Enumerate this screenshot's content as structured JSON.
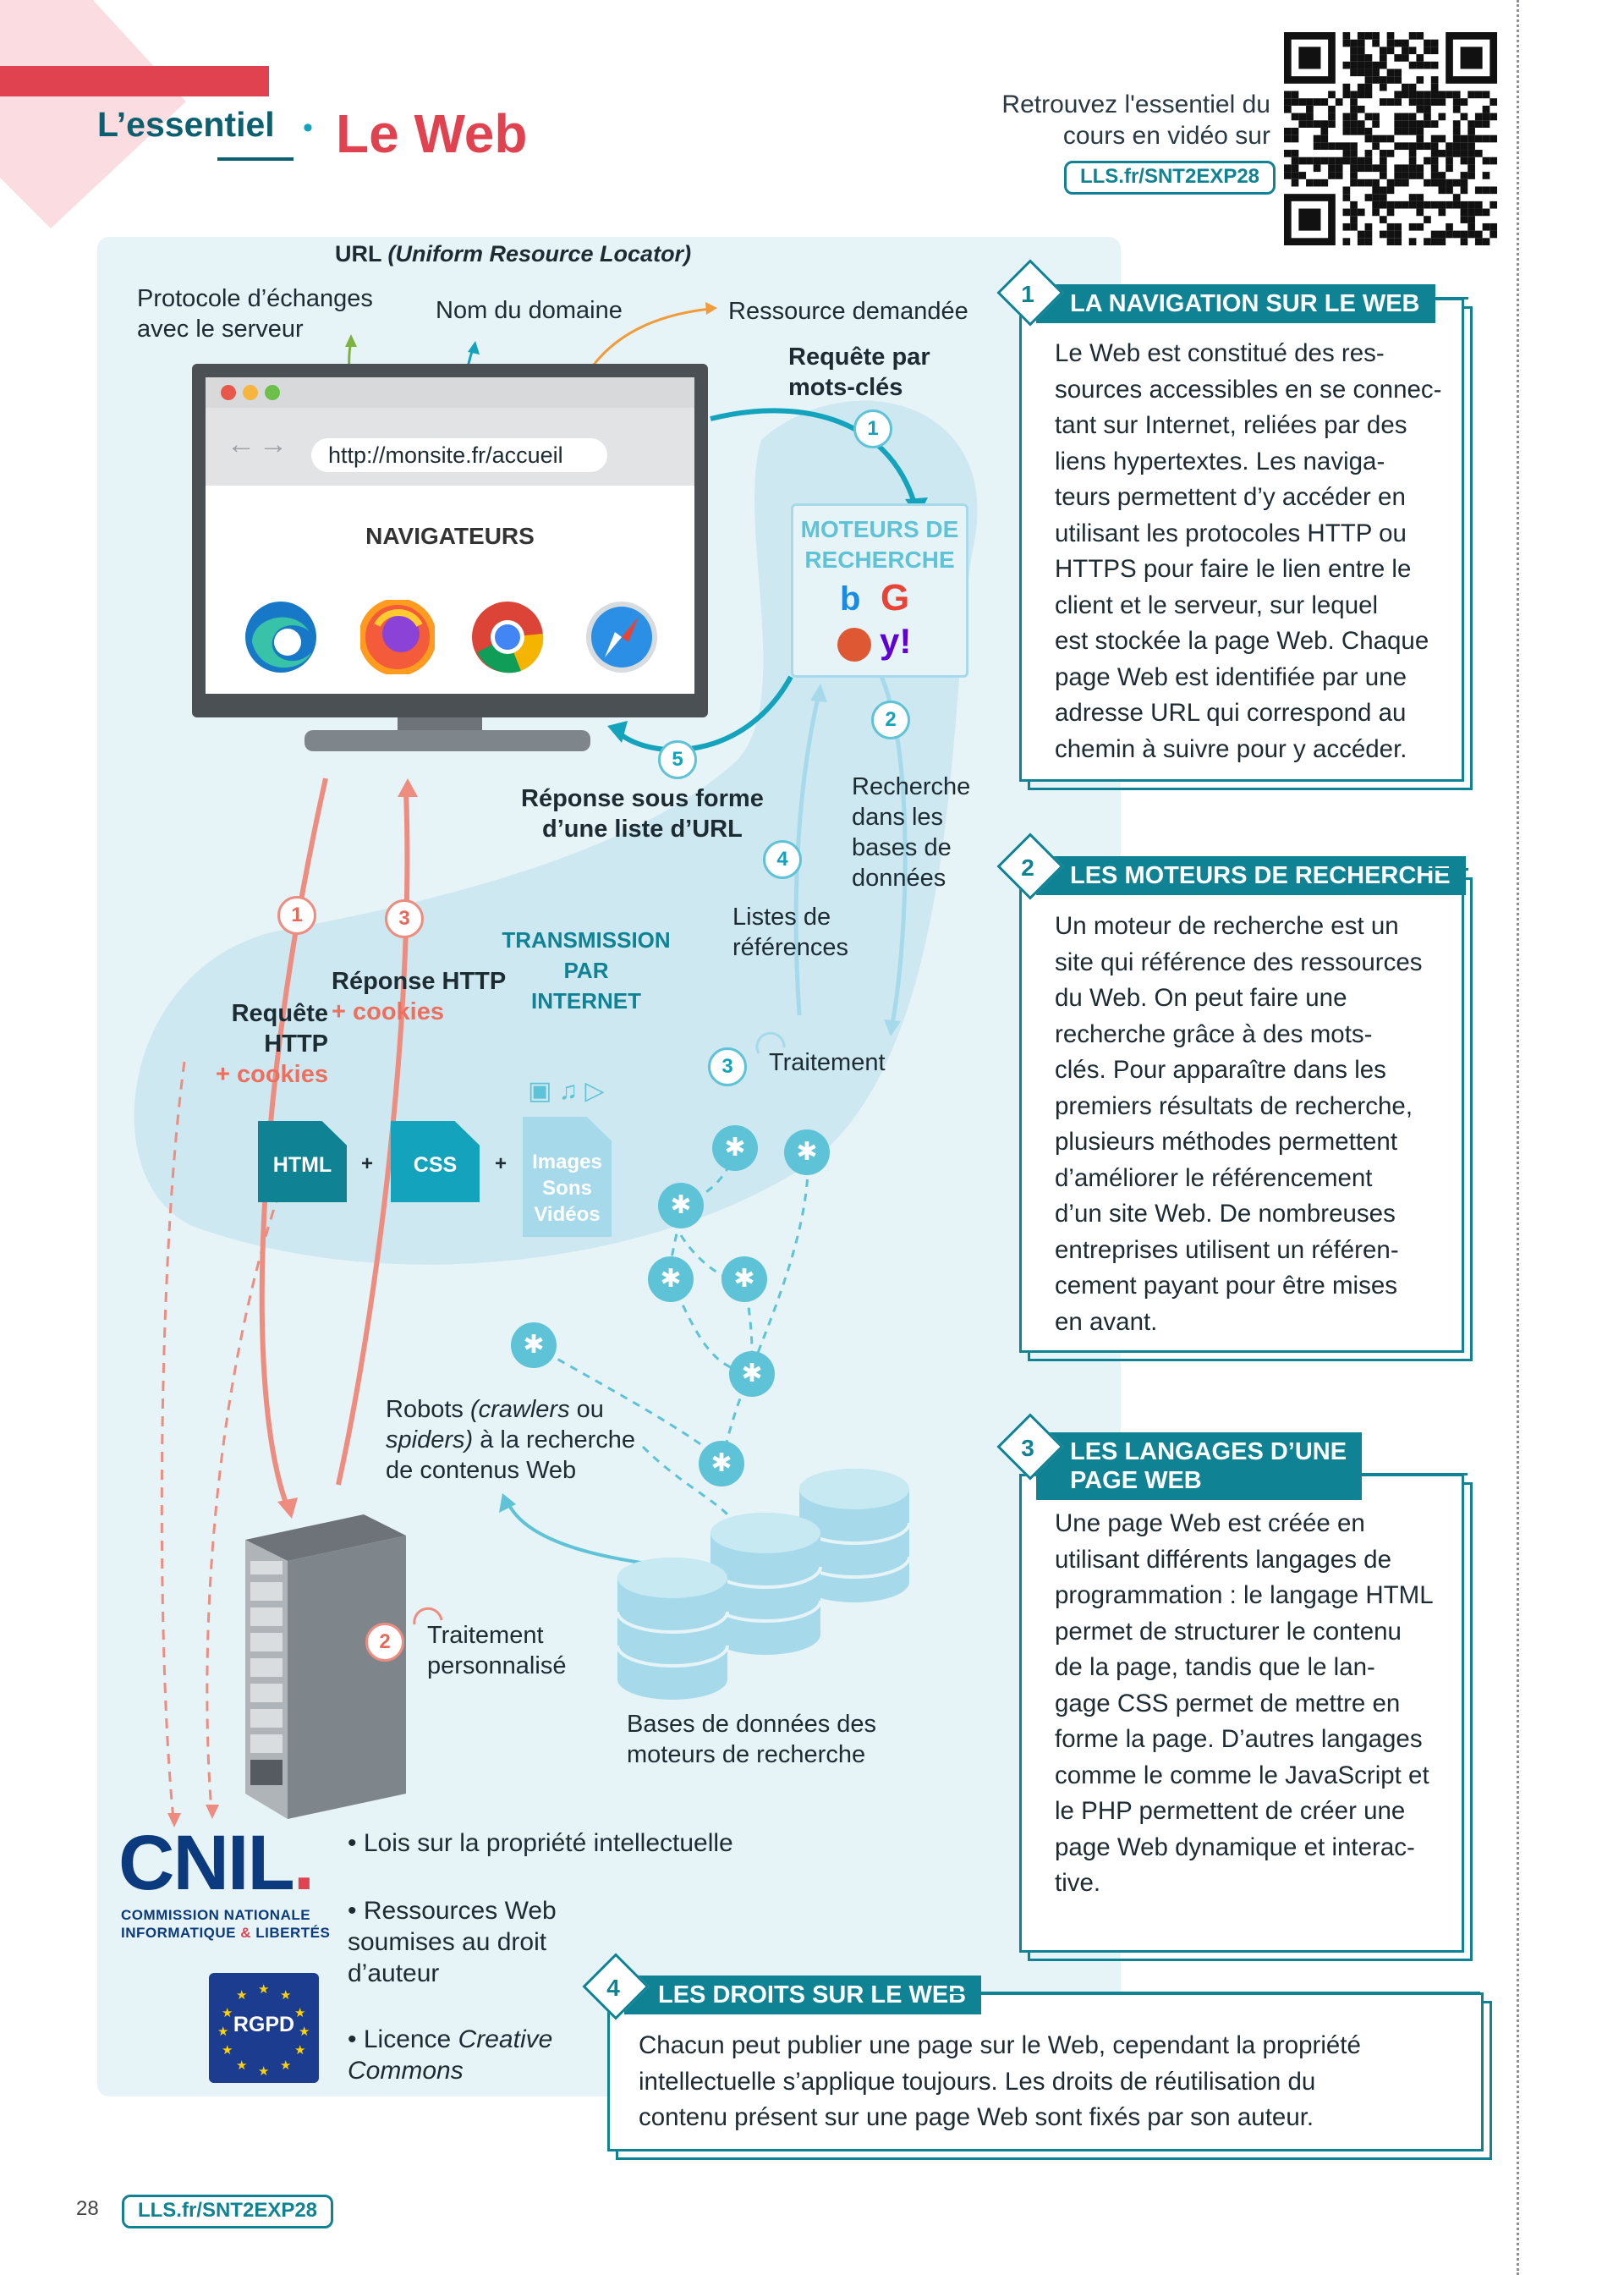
{
  "header": {
    "essentiel": "L’essentiel",
    "separator": "•",
    "title": "Le Web",
    "video_line1": "Retrouvez l'essentiel du",
    "video_line2": "cours en vidéo sur",
    "video_link": "LLS.fr/SNT2EXP28"
  },
  "diagram": {
    "url_label_prefix": "URL ",
    "url_label_italic": "(Uniform Resource Locator)",
    "protocol_line1": "Protocole d’échanges",
    "protocol_line2": "avec le serveur",
    "domain": "Nom du domaine",
    "resource": "Ressource demandée",
    "keyword_request_line1": "Requête par",
    "keyword_request_line2": "mots-clés",
    "address_bar": "http://monsite.fr/accueil",
    "browsers_title": "NAVIGATEURS",
    "search_engines_line1": "MOTEURS DE",
    "search_engines_line2": "RECHERCHE",
    "response_list_line1": "Réponse sous forme",
    "response_list_line2": "d’une liste d’URL",
    "db_search_line1": "Recherche",
    "db_search_line2": "dans les",
    "db_search_line3": "bases de",
    "db_search_line4": "données",
    "ref_lists_line1": "Listes de",
    "ref_lists_line2": "références",
    "transmission_line1": "TRANSMISSION",
    "transmission_line2": "PAR",
    "transmission_line3": "INTERNET",
    "http_response": "Réponse HTTP",
    "http_response_cookies": "+ cookies",
    "http_request": "Requête HTTP",
    "http_request_cookies": "+ cookies",
    "processing": "Traitement",
    "html": "HTML",
    "css": "CSS",
    "plus": "+",
    "media_line1": "Images",
    "media_line2": "Sons",
    "media_line3": "Vidéos",
    "robots_prefix": "Robots ",
    "robots_italic": "(crawlers",
    "robots_or": " ou",
    "robots_italic2": "spiders)",
    "robots_rest": " à la recherche",
    "robots_line3": "de contenus Web",
    "custom_processing_line1": "Traitement",
    "custom_processing_line2": "personnalisé",
    "databases_line1": "Bases de données des",
    "databases_line2": "moteurs de recherche",
    "steps": {
      "one": "1",
      "two": "2",
      "three": "3",
      "four": "4",
      "five": "5"
    }
  },
  "rights": {
    "cnil_logo": "CNIL.",
    "cnil_line1": "COMMISSION NATIONALE",
    "cnil_line2_a": "INFORMATIQUE ",
    "cnil_line2_amp": "&",
    "cnil_line2_b": " LIBERTÉS",
    "rgpd": "RGPD",
    "bullet1": "• Lois sur la propriété intellectuelle",
    "bullet2_line1": "• Ressources Web",
    "bullet2_line2": "soumises au droit",
    "bullet2_line3": "d’auteur",
    "bullet3_prefix": "• Licence ",
    "bullet3_italic1": "Creative",
    "bullet3_italic2": "Commons"
  },
  "boxes": [
    {
      "number": "1",
      "title": "LA NAVIGATION SUR LE WEB",
      "lines": [
        "Le Web est constitué des res-",
        "sources accessibles en se connec-",
        "tant sur Internet, reliées par des",
        "liens hypertextes. Les naviga-",
        "teurs permettent d’y accéder en",
        "utilisant les protocoles HTTP ou",
        "HTTPS pour faire le lien entre le",
        "client et le serveur, sur lequel",
        "est stockée la page Web. Chaque",
        "page Web est identifiée par une",
        "adresse URL qui correspond au",
        "chemin à suivre pour y accéder."
      ]
    },
    {
      "number": "2",
      "title": "LES MOTEURS DE RECHERCHE",
      "lines": [
        "Un moteur de recherche est un",
        "site qui référence des ressources",
        "du Web. On peut faire une",
        "recherche grâce à des mots-",
        "clés. Pour apparaître dans les",
        "premiers résultats de recherche,",
        "plusieurs méthodes permettent",
        "d’améliorer le référencement",
        "d’un site Web. De nombreuses",
        "entreprises utilisent un référen-",
        "cement payant pour être mises",
        "en avant."
      ]
    },
    {
      "number": "3",
      "title_line1": "LES LANGAGES D’UNE",
      "title_line2": "PAGE WEB",
      "lines": [
        "Une page Web est créée en",
        "utilisant différents langages de",
        "programmation : le langage HTML",
        "permet de structurer le contenu",
        "de la page, tandis que le lan-",
        "gage CSS permet de mettre en",
        "forme la page. D’autres langages",
        "comme le comme le JavaScript et",
        "le PHP permettent de créer une",
        "page Web dynamique et interac-",
        "tive."
      ]
    },
    {
      "number": "4",
      "title": "LES DROITS SUR LE WEB",
      "lines": [
        "Chacun peut publier une page sur le Web, cependant la propriété",
        "intellectuelle s’applique toujours. Les droits de réutilisation du",
        "contenu présent sur une page Web sont fixés par son auteur."
      ]
    }
  ],
  "footer": {
    "page_number": "28",
    "link": "LLS.fr/SNT2EXP28"
  },
  "colors": {
    "teal": "#0f8294",
    "light_blue": "#e6f3f7",
    "red_accent": "#e0434f",
    "salmon": "#ef8c80"
  }
}
